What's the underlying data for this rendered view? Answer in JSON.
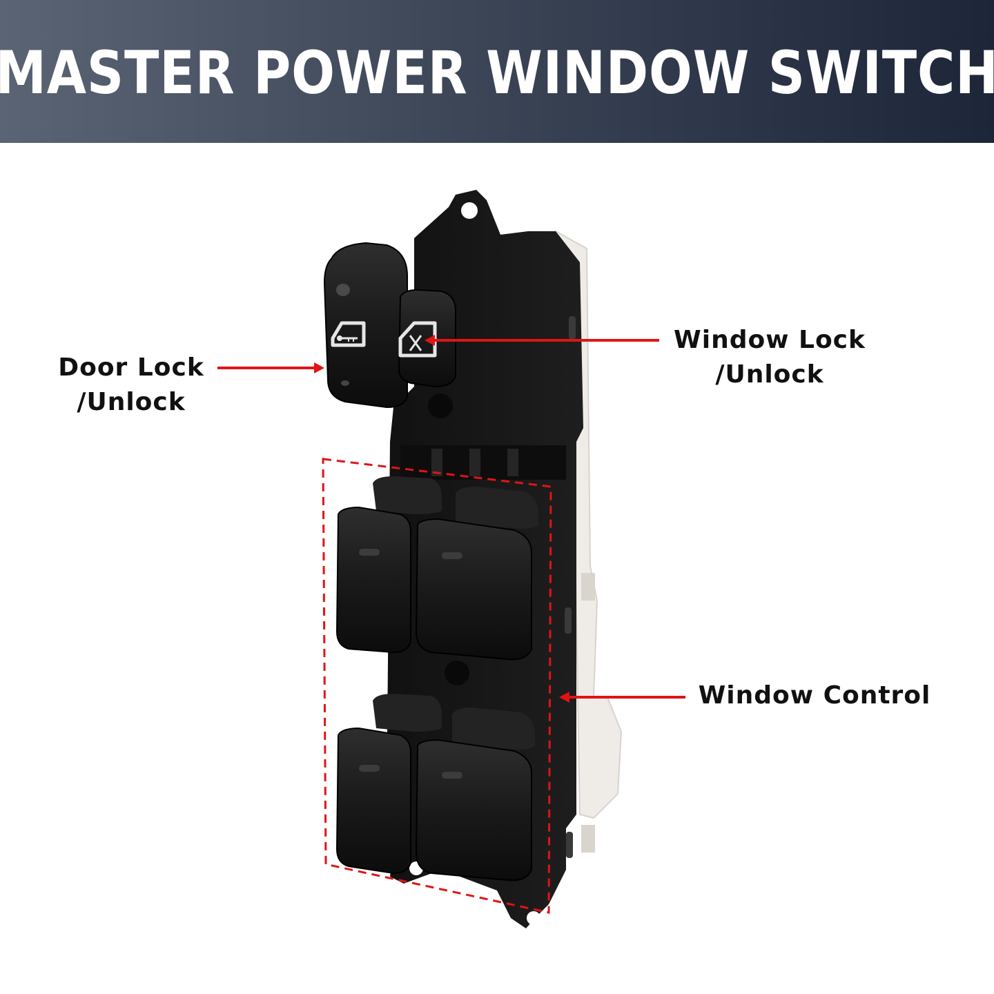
{
  "banner": {
    "title": "MASTER POWER WINDOW SWITCH"
  },
  "callouts": {
    "door_lock": {
      "line1": "Door Lock",
      "line2": "/Unlock"
    },
    "window_lock": {
      "line1": "Window Lock",
      "line2": "/Unlock"
    },
    "window_control": {
      "line1": "Window Control"
    }
  },
  "colors": {
    "banner_dark": "#1d2639",
    "banner_light": "#5a6474",
    "arrow": "#e01414",
    "switch_body": "#141414"
  },
  "icons": {
    "door_lock_button": "door-lock-icon",
    "window_lock_button": "window-lock-icon"
  }
}
